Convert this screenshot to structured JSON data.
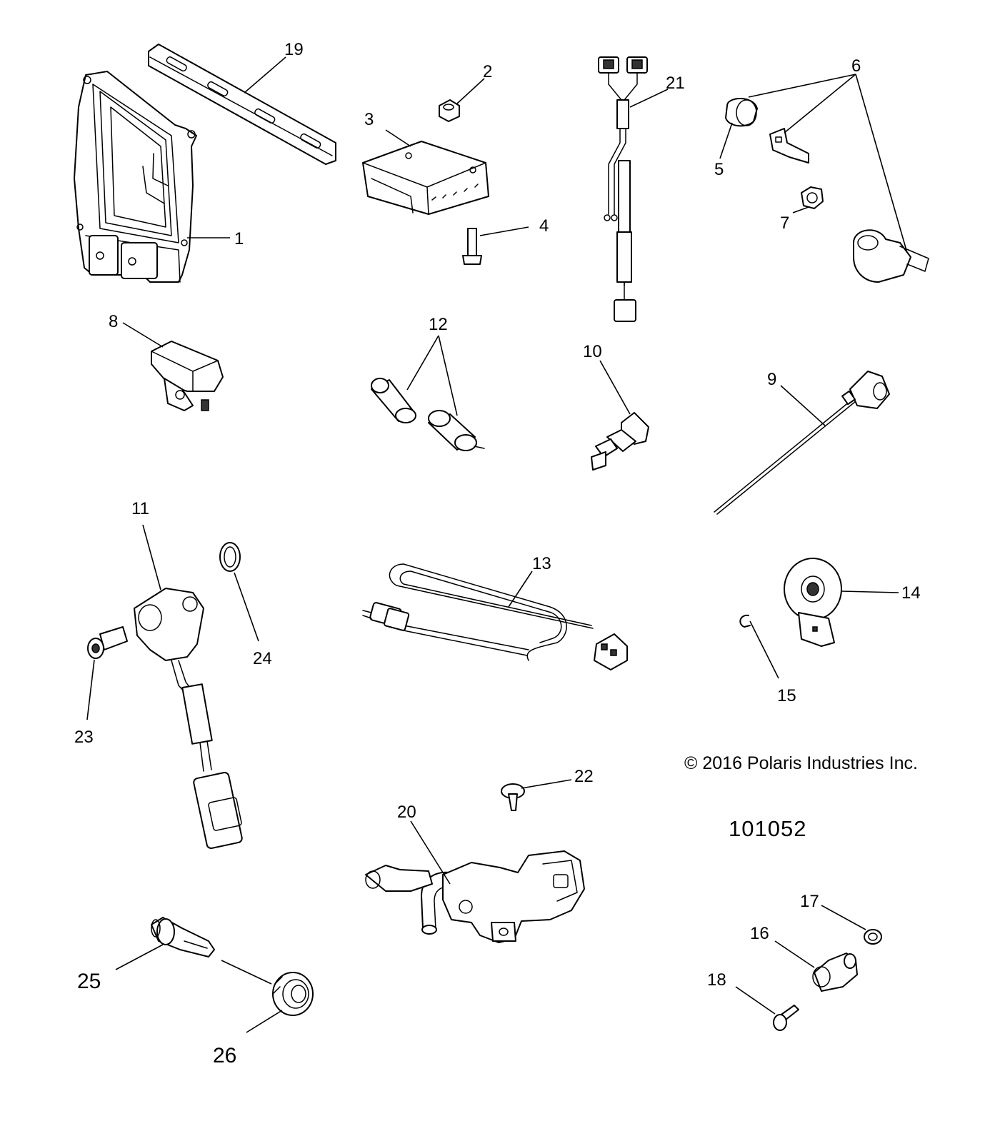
{
  "diagram": {
    "copyright": "© 2016 Polaris Industries Inc.",
    "figure_number": "101052",
    "callouts": [
      "1",
      "2",
      "3",
      "4",
      "5",
      "6",
      "7",
      "8",
      "9",
      "10",
      "11",
      "12",
      "13",
      "14",
      "15",
      "16",
      "17",
      "18",
      "19",
      "20",
      "21",
      "22",
      "23",
      "24",
      "25",
      "26"
    ]
  }
}
